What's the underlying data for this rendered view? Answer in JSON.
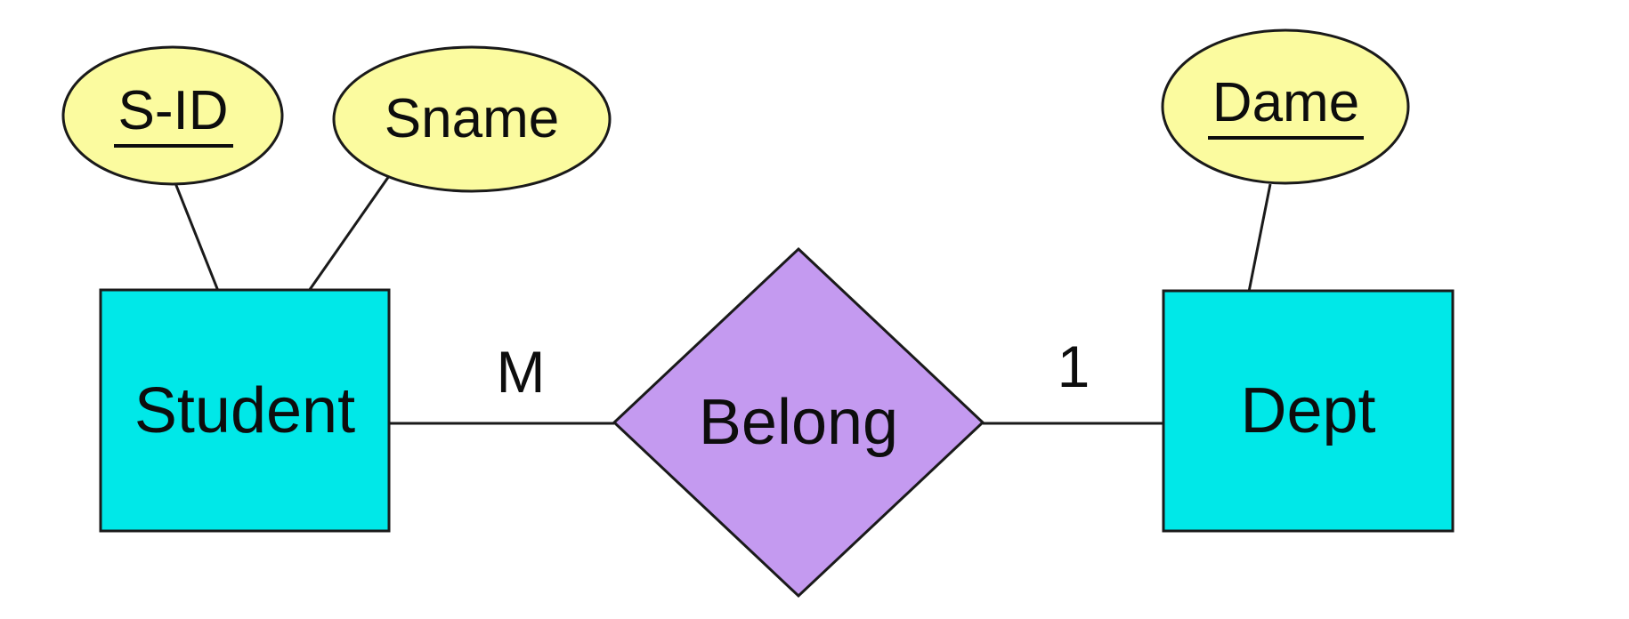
{
  "diagram": {
    "kind": "er-diagram",
    "entities": [
      {
        "label": "Student"
      },
      {
        "label": "Dept"
      }
    ],
    "relationship": {
      "label": "Belong"
    },
    "attributes": [
      {
        "label": "S-ID",
        "underlined": true,
        "attached_to": "Student"
      },
      {
        "label": "Sname",
        "underlined": false,
        "attached_to": "Student"
      },
      {
        "label": "Dame",
        "underlined": true,
        "attached_to": "Dept"
      }
    ],
    "cardinalities": [
      {
        "label": "M",
        "side": "Student"
      },
      {
        "label": "1",
        "side": "Dept"
      }
    ],
    "colors": {
      "entity_fill": "#00E8E8",
      "attribute_fill": "#FBFB9F",
      "relationship_fill": "#C49AF0",
      "stroke": "#1A1A1A",
      "background": "#FFFFFF"
    }
  }
}
